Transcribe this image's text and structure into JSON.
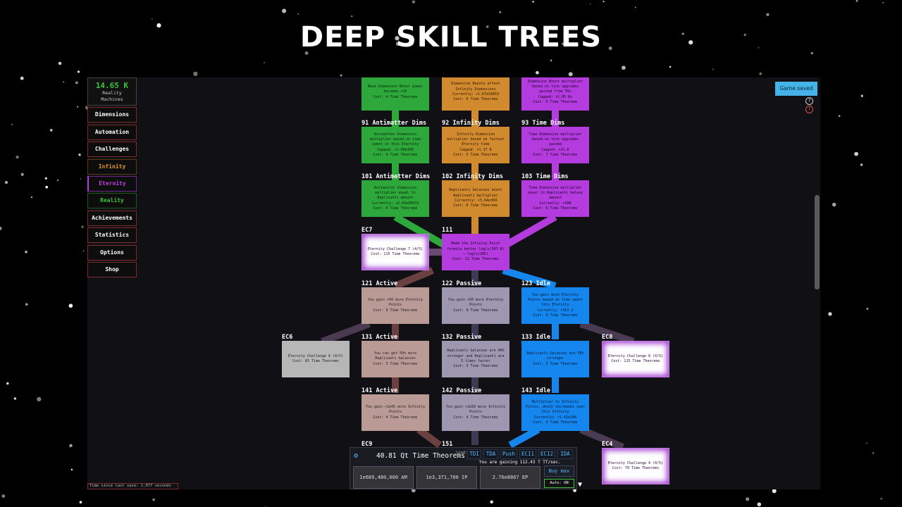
{
  "banner_title": "DEEP SKILL TREES",
  "sidebar": {
    "resource_amount": "14.65 K",
    "resource_label_1": "Reality",
    "resource_label_2": "Machines",
    "items": [
      "Dimensions",
      "Automation",
      "Challenges",
      "Infinity",
      "Eternity",
      "Reality",
      "Achievements",
      "Statistics",
      "Options",
      "Shop"
    ]
  },
  "top_right": {
    "saved_label": "Game saved",
    "help_glyph": "?",
    "info_glyph": "!"
  },
  "labels": {
    "s91": "91 Antimatter Dims",
    "s92": "92 Infinity Dims",
    "s93": "93 Time Dims",
    "s101": "101 Antimatter Dims",
    "s102": "102 Infinity Dims",
    "s103": "103 Time Dims",
    "ec7": "EC7",
    "s111": "111",
    "s121": "121 Active",
    "s122": "122 Passive",
    "s123": "123 Idle",
    "ec6": "EC6",
    "s131": "131 Active",
    "s132": "132 Passive",
    "s133": "133 Idle",
    "ec8": "EC8",
    "s141": "141 Active",
    "s142": "142 Passive",
    "s143": "143 Idle",
    "ec9": "EC9",
    "s151": "151",
    "ec4": "EC4"
  },
  "nodes": {
    "s81": [
      "Base Dimension Boost power",
      "becomes ×15",
      "Cost: 4 Time Theorems"
    ],
    "s82": [
      "Dimension Boosts affect",
      "Infinity Dimensions",
      "Currently: ×1.67e33853",
      "Cost: 6 Time Theorems"
    ],
    "s83": [
      "Dimension Boost multiplier",
      "based on tick upgrades",
      "gained from TDs",
      "Capped: ×1.05 Ko",
      "Cost: 5 Time Theorems"
    ],
    "s91": [
      "Antimatter Dimension",
      "multiplier based on time",
      "spent in this Eternity",
      "Capped: ×1.00e300",
      "Cost: 4 Time Theorems"
    ],
    "s92": [
      "Infinity Dimension",
      "multiplier based on fastest",
      "Eternity time",
      "Capped: ×1.37 B",
      "Cost: 5 Time Theorems"
    ],
    "s93": [
      "Time Dimension multiplier",
      "based on tick upgrades",
      "gained",
      "Capped: ×21.6",
      "Cost: 7 Time Theorems"
    ],
    "s101": [
      "Antimatter Dimension",
      "multiplier equal to",
      "Replicanti amount",
      "Currently: ×2.03e30972",
      "Cost: 4 Time Theorems"
    ],
    "s102": [
      "Replicanti Galaxies boost",
      "Replicanti multiplier",
      "Currently: ×5.64e304",
      "Cost: 6 Time Theorems"
    ],
    "s103": [
      "Time Dimension multiplier",
      "equal to Replicanti Galaxy",
      "amount",
      "Currently: ×496",
      "Cost: 6 Time Theorems"
    ],
    "ec7": [
      "Eternity Challenge 7 (4/5)",
      "Cost: 115 Time Theorems"
    ],
    "s111": [
      "Make the Infinity Point",
      "formula better log(x/307.8)",
      "→ log(x/285)",
      "Cost: 12 Time Theorems"
    ],
    "s121": [
      "You gain ×50 more Eternity",
      "Points",
      "Cost: 9 Time Theorems"
    ],
    "s122": [
      "You gain ×50 more Eternity",
      "Points",
      "Cost: 9 Time Theorems"
    ],
    "s123": [
      "You gain more Eternity",
      "Points based on time spent",
      "this Eternity",
      "Currently: ×367.2",
      "Cost: 9 Time Theorems"
    ],
    "ec6": [
      "Eternity Challenge 6 (0/5)",
      "Cost: 85 Time Theorems"
    ],
    "s131": [
      "You can get 50% more",
      "Replicanti Galaxies",
      "Cost: 5 Time Theorems"
    ],
    "s132": [
      "Replicanti Galaxies are 40%",
      "stronger and Replicanti are",
      "3 times faster",
      "Cost: 5 Time Theorems"
    ],
    "s133": [
      "Replicanti Galaxies are 50%",
      "stronger",
      "Cost: 5 Time Theorems"
    ],
    "ec8": [
      "Eternity Challenge 8 (0/5)",
      "Cost: 115 Time Theorems"
    ],
    "s141": [
      "You gain ×1e45 more Infinity",
      "Points",
      "Cost: 4 Time Theorems"
    ],
    "s142": [
      "You gain ×1e50 more Infinity",
      "Points",
      "Cost: 4 Time Theorems"
    ],
    "s143": [
      "Multiplier to Infinity",
      "Points, which increases over",
      "this Infinity",
      "Currently: ×1.42e106",
      "Cost: 4 Time Theorems"
    ],
    "ec4": [
      "Eternity Challenge 4 (0/5)",
      "Cost: 70 Time Theorems"
    ]
  },
  "tt_panel": {
    "amount": "40.81 Qt Time Theorems",
    "load_label": "Load:",
    "presets": [
      "TDI",
      "TDA",
      "Push",
      "EC11",
      "EC12",
      "IDA"
    ],
    "rate": "You are gaining 112.43 T TT/sec.",
    "buy_am": "1e689,480,000 AM",
    "buy_ip": "1e3,371,700 IP",
    "buy_ep": "2.76e8867 EP",
    "buy_max": "Buy max",
    "auto": "Auto: ON"
  },
  "save_timer": "Time since last save: 1.077 seconds"
}
